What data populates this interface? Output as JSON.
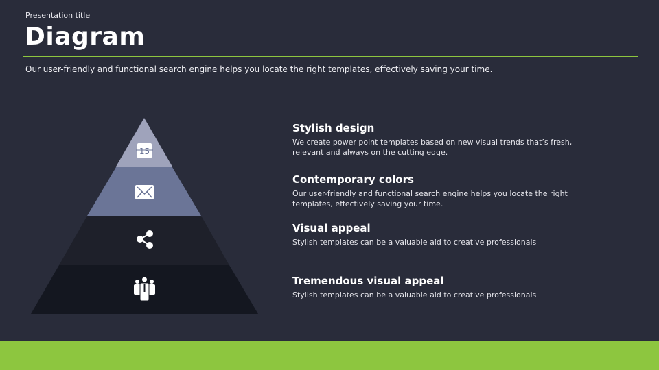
{
  "header": {
    "presentation_title": "Presentation title",
    "title": "Diagram",
    "subtitle": "Our user-friendly and functional search engine helps you locate the right templates, effectively saving your time."
  },
  "pyramid": {
    "calendar_day": "15",
    "colors": [
      "#9fa3bb",
      "#6b7597",
      "#1e202a",
      "#141720"
    ],
    "icons": [
      "calendar-icon",
      "mail-icon",
      "share-icon",
      "team-icon"
    ]
  },
  "items": [
    {
      "title": "Stylish design",
      "text": "We create power point templates based on new visual trends that’s fresh, relevant and always on the cutting edge."
    },
    {
      "title": "Contemporary colors",
      "text": "Our user-friendly and functional search engine helps you locate the right templates, effectively saving your time."
    },
    {
      "title": "Visual appeal",
      "text": "Stylish templates can be a valuable aid to creative professionals"
    },
    {
      "title": "Tremendous visual appeal",
      "text": "Stylish templates can be a valuable aid to creative professionals"
    }
  ],
  "colors": {
    "background": "#292c3a",
    "accent": "#8dc63f"
  }
}
